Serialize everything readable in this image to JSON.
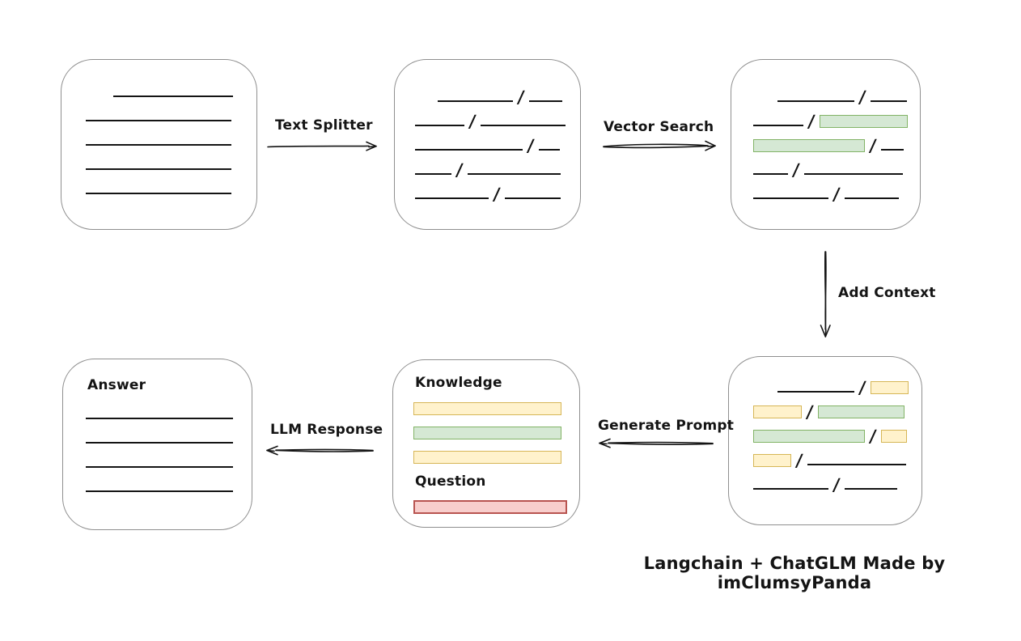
{
  "colors": {
    "canvas-bg": "#ffffff",
    "box-border": "#8f8f8f",
    "stroke": "#141414",
    "green-fill": "#d5e8d4",
    "green-border": "#82b366",
    "yellow-fill": "#fff2cc",
    "yellow-border": "#d6b656",
    "red-fill": "#f8cecc",
    "red-border": "#b85450"
  },
  "glyphs": {
    "slash": "/"
  },
  "labels": {
    "text_splitter": "Text Splitter",
    "vector_search": "Vector Search",
    "add_context": "Add Context",
    "generate_prompt": "Generate Prompt",
    "llm_response": "LLM Response"
  },
  "caption": "Langchain + ChatGLM Made by imClumsyPanda",
  "nodes": {
    "document": {
      "rows": [
        {
          "indent": 34,
          "segs": [
            {
              "t": "line",
              "w": 148
            }
          ]
        },
        {
          "segs": [
            {
              "t": "line",
              "w": 180
            }
          ]
        },
        {
          "segs": [
            {
              "t": "line",
              "w": 180
            }
          ]
        },
        {
          "segs": [
            {
              "t": "line",
              "w": 180
            }
          ]
        },
        {
          "segs": [
            {
              "t": "line",
              "w": 180
            }
          ]
        }
      ]
    },
    "chunks": {
      "rows": [
        {
          "indent": 28,
          "segs": [
            {
              "t": "line",
              "w": 93
            },
            {
              "t": "line",
              "w": 41
            }
          ]
        },
        {
          "segs": [
            {
              "t": "line",
              "w": 61
            },
            {
              "t": "line",
              "w": 105
            }
          ]
        },
        {
          "segs": [
            {
              "t": "line",
              "w": 133
            },
            {
              "t": "line",
              "w": 26
            }
          ]
        },
        {
          "segs": [
            {
              "t": "line",
              "w": 45
            },
            {
              "t": "line",
              "w": 115
            }
          ]
        },
        {
          "segs": [
            {
              "t": "line",
              "w": 91
            },
            {
              "t": "line",
              "w": 69
            }
          ]
        }
      ]
    },
    "retrieved": {
      "rows": [
        {
          "indent": 30,
          "segs": [
            {
              "t": "line",
              "w": 95
            },
            {
              "t": "line",
              "w": 45
            }
          ]
        },
        {
          "segs": [
            {
              "t": "line",
              "w": 62
            },
            {
              "t": "green",
              "w": 109
            }
          ]
        },
        {
          "segs": [
            {
              "t": "green",
              "w": 138
            },
            {
              "t": "line",
              "w": 28
            }
          ]
        },
        {
          "segs": [
            {
              "t": "line",
              "w": 43
            },
            {
              "t": "line",
              "w": 122
            }
          ]
        },
        {
          "segs": [
            {
              "t": "line",
              "w": 93
            },
            {
              "t": "line",
              "w": 67
            }
          ]
        }
      ]
    },
    "context": {
      "rows": [
        {
          "indent": 30,
          "segs": [
            {
              "t": "line",
              "w": 95
            },
            {
              "t": "yellow",
              "w": 47
            }
          ]
        },
        {
          "segs": [
            {
              "t": "yellow",
              "w": 60
            },
            {
              "t": "green",
              "w": 107
            }
          ]
        },
        {
          "segs": [
            {
              "t": "green",
              "w": 138
            },
            {
              "t": "yellow",
              "w": 32
            }
          ]
        },
        {
          "segs": [
            {
              "t": "yellow",
              "w": 47
            },
            {
              "t": "line",
              "w": 122
            }
          ]
        },
        {
          "segs": [
            {
              "t": "line",
              "w": 93
            },
            {
              "t": "line",
              "w": 65
            }
          ]
        }
      ]
    },
    "prompt": {
      "knowledge_label": "Knowledge",
      "question_label": "Question",
      "knowledge_rows": [
        {
          "segs": [
            {
              "t": "yellow",
              "w": 183
            }
          ]
        },
        {
          "segs": [
            {
              "t": "green",
              "w": 183
            }
          ]
        },
        {
          "segs": [
            {
              "t": "yellow",
              "w": 183
            }
          ]
        }
      ],
      "question_rows": [
        {
          "segs": [
            {
              "t": "red",
              "w": 190
            }
          ]
        }
      ]
    },
    "answer": {
      "label": "Answer",
      "rows": [
        {
          "segs": [
            {
              "t": "line",
              "w": 182
            }
          ]
        },
        {
          "segs": [
            {
              "t": "line",
              "w": 182
            }
          ]
        },
        {
          "segs": [
            {
              "t": "line",
              "w": 182
            }
          ]
        },
        {
          "segs": [
            {
              "t": "line",
              "w": 182
            }
          ]
        }
      ]
    }
  }
}
